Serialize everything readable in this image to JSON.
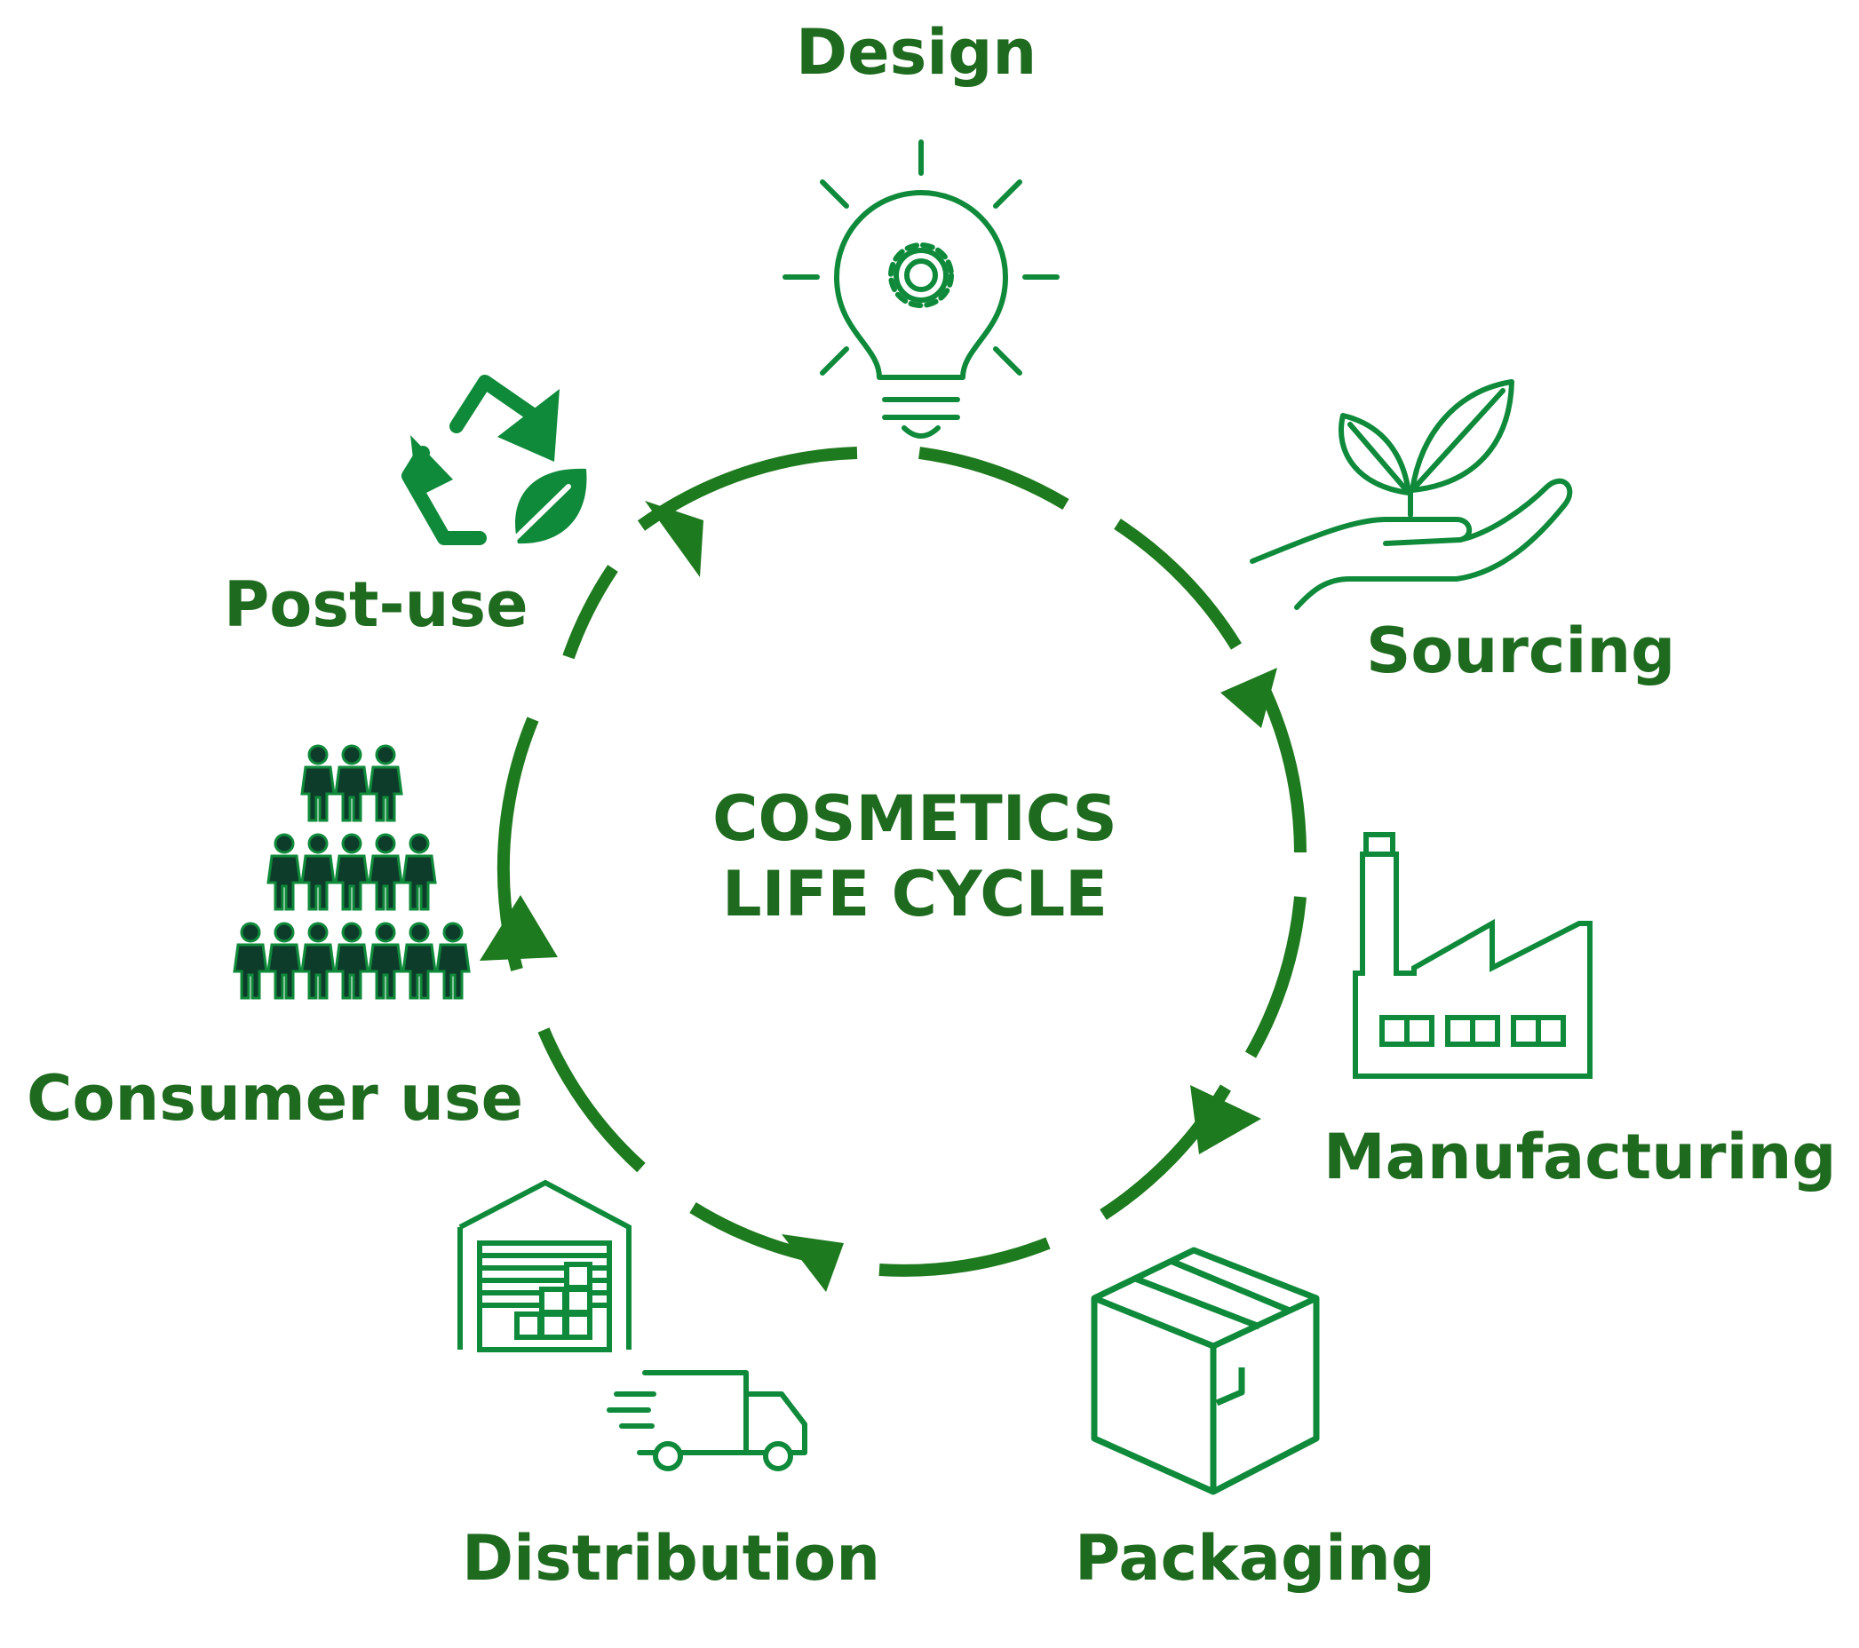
{
  "diagram": {
    "center_title_line1": "COSMETICS",
    "center_title_line2": "LIFE CYCLE",
    "stages": {
      "design": "Design",
      "sourcing": "Sourcing",
      "manufacturing": "Manufacturing",
      "packaging": "Packaging",
      "distribution": "Distribution",
      "consumer_use": "Consumer use",
      "post_use": "Post-use"
    },
    "icons": {
      "design": "lightbulb-gear-icon",
      "sourcing": "hand-with-sprout-icon",
      "manufacturing": "factory-icon",
      "packaging": "cardboard-box-icon",
      "distribution_warehouse": "warehouse-icon",
      "distribution_truck": "delivery-truck-icon",
      "consumer_use": "people-crowd-icon",
      "post_use": "recycle-leaf-icon"
    },
    "colors": {
      "label": "#1e6a1e",
      "cycle": "#1e7a1e",
      "icon": "#0f8a3a"
    }
  }
}
